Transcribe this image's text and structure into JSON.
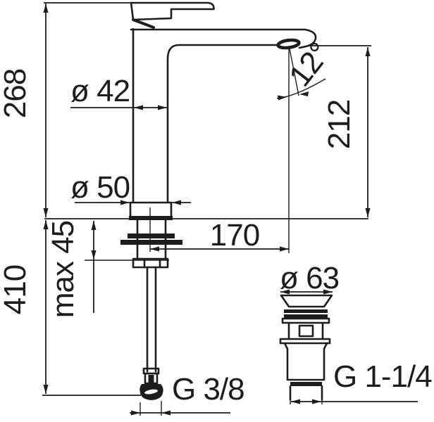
{
  "diagram": {
    "type": "technical-drawing",
    "subject": "single-lever basin mixer tap with supply hose and pop-up waste drain, dimensioned side view",
    "background_color": "#ffffff",
    "line_color": "#1d1d1b",
    "labels": {
      "total_height": "268",
      "height_below_deck": "410",
      "max_deck_thickness": "max 45",
      "body_diameter": "ø 42",
      "base_diameter": "ø 50",
      "spout_outlet_height": "212",
      "spout_reach": "170",
      "spout_angle": "12°",
      "supply_connection_thread": "G 3/8",
      "waste_cap_diameter": "ø 63",
      "waste_outlet_thread": "G 1-1/4"
    }
  }
}
